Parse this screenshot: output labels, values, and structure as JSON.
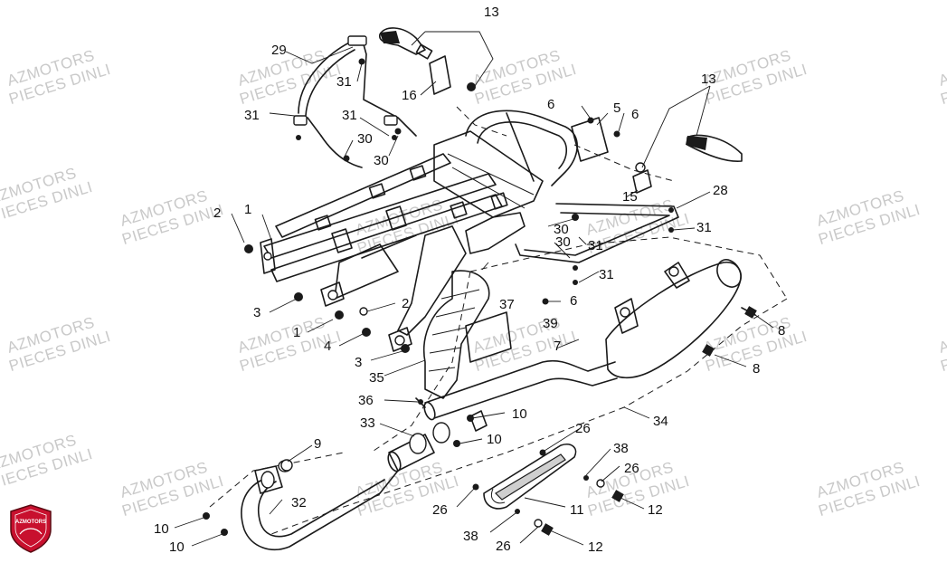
{
  "watermark": {
    "line1": "AZMOTORS",
    "line2": "PIECES DINLI",
    "color": "#c9c9c9"
  },
  "logo": {
    "text": "AZMOTORS",
    "color": "#c8102e"
  },
  "callouts": [
    "13",
    "29",
    "31",
    "16",
    "31",
    "31",
    "30",
    "30",
    "6",
    "5",
    "6",
    "13",
    "15",
    "28",
    "1",
    "2",
    "30",
    "30",
    "31",
    "31",
    "31",
    "3",
    "2",
    "6",
    "37",
    "39",
    "8",
    "1",
    "4",
    "3",
    "35",
    "7",
    "8",
    "36",
    "10",
    "33",
    "10",
    "34",
    "26",
    "9",
    "38",
    "26",
    "26",
    "11",
    "12",
    "32",
    "38",
    "26",
    "12",
    "10",
    "10"
  ]
}
